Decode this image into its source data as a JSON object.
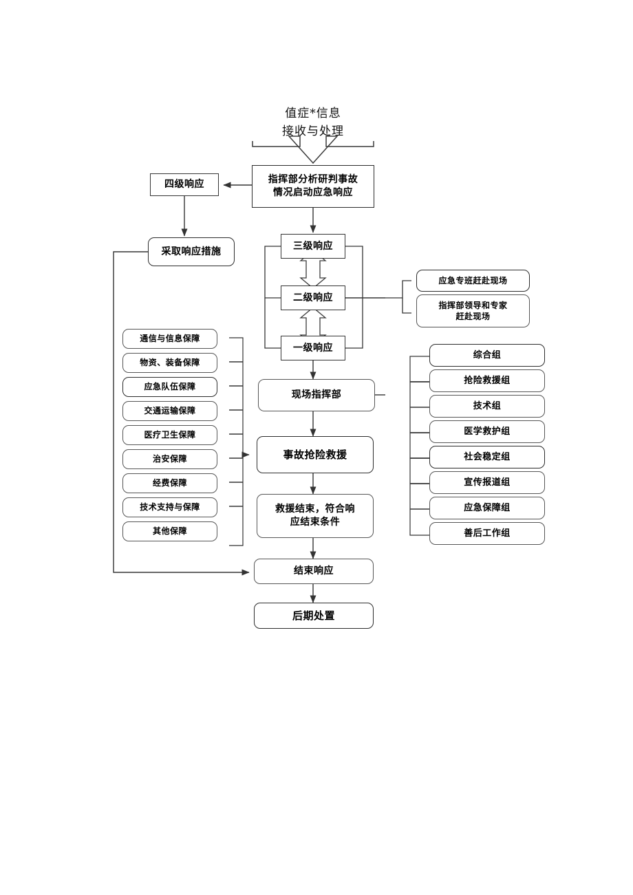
{
  "diagram": {
    "title": "值症*信息\n接收与处理",
    "entry_box": "指挥部分析研判事故\n情况启动应急响应",
    "level4": "四级响应",
    "measures": "采取响应措施",
    "levels": [
      {
        "label": "三级响应"
      },
      {
        "label": "二级响应"
      },
      {
        "label": "一级响应"
      }
    ],
    "onsite_command": "现场指挥部",
    "rescue": "事故抢险救援",
    "rescue_end": "救援结束，符合响\n应结束条件",
    "end_response": "结束响应",
    "post_handling": "后期处置",
    "guarantees": [
      "通信与信息保障",
      "物资、装备保障",
      "应急队伍保障",
      "交通运输保障",
      "医疗卫生保障",
      "治安保障",
      "经费保障",
      "技术支持与保障",
      "其他保障"
    ],
    "dispatch": [
      "应急专班赶赴现场",
      "指挥部领导和专家\n赶赴现场"
    ],
    "work_groups": [
      "综合组",
      "抢险救援组",
      "技术组",
      "医学救护组",
      "社会稳定组",
      "宣传报道组",
      "应急保障组",
      "善后工作组"
    ],
    "colors": {
      "line": "#333333",
      "text": "#000000",
      "background": "#ffffff"
    }
  }
}
